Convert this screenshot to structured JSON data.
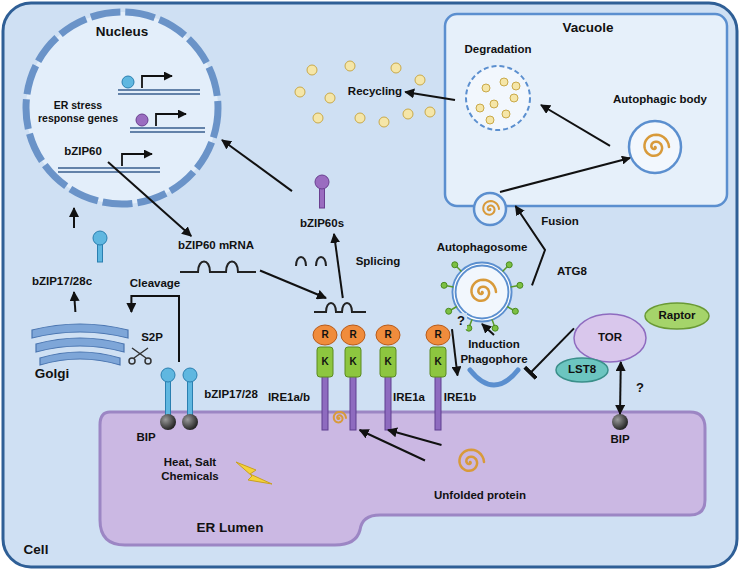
{
  "diagram": {
    "nodes": [
      {
        "text": [
          "Cell"
        ]
      },
      {
        "text": [
          "Nucleus"
        ],
        "in": 0
      },
      {
        "text": [
          "bZIP60"
        ],
        "in": 1
      },
      {
        "text": [
          "Vacuole"
        ],
        "in": 0
      },
      {
        "text": [
          "Degradation"
        ],
        "in": 3
      },
      {
        "text": [
          "Autophagic body"
        ],
        "in": 3
      },
      {
        "text": [
          "Recycling"
        ],
        "in": 0
      },
      {
        "text": [
          "Autophagosome",
          "ATG8"
        ],
        "in": 0
      },
      {
        "text": [
          "Induction",
          "Phagophore"
        ],
        "in": 0
      },
      {
        "text": [
          "TOR"
        ],
        "in": 0
      },
      {
        "text": [
          "Raptor"
        ],
        "in": 0
      },
      {
        "text": [
          "LST8"
        ],
        "in": 0
      },
      {
        "text": [
          "bZIP60 mRNA"
        ],
        "in": 0
      },
      {
        "text": [
          "bZIP60s"
        ],
        "in": 0
      },
      {
        "text": [
          "Golgi"
        ],
        "in": 0
      },
      {
        "text": [
          "bZIP17/28c"
        ],
        "in": 0
      },
      {
        "text": [
          "ER Lumen"
        ],
        "in": 0
      },
      {
        "text": [
          "IRE1a/b"
        ],
        "in": 0
      },
      {
        "text": [
          "IRE1a"
        ],
        "in": 0
      },
      {
        "text": [
          "IRE1b"
        ],
        "in": 0
      },
      {
        "text": [
          "Unfolded protein"
        ],
        "in": 16
      },
      {
        "text": [
          "BIP"
        ],
        "in": 0
      },
      {
        "text": [
          "bZIP17/28"
        ],
        "in": 0
      }
    ],
    "edges": [
      {
        "from": 22,
        "to": 14,
        "arrow": "to",
        "label": "Cleavage"
      },
      {
        "from": 14,
        "to": 15,
        "arrow": "to"
      },
      {
        "from": 15,
        "to": 1,
        "arrow": "to"
      },
      {
        "from": 2,
        "to": 12,
        "arrow": "to"
      },
      {
        "from": 12,
        "to": 17,
        "arrow": "to"
      },
      {
        "from": 17,
        "to": 13,
        "arrow": "to",
        "label": "Splicing"
      },
      {
        "from": 13,
        "to": 1,
        "arrow": "to"
      },
      {
        "from": 20,
        "to": 17,
        "arrow": "to"
      },
      {
        "from": 20,
        "to": 18,
        "arrow": "to"
      },
      {
        "from": 19,
        "to": 8,
        "arrow": "to",
        "label": "?"
      },
      {
        "from": 8,
        "to": 7,
        "arrow": "to"
      },
      {
        "from": 7,
        "to": 3,
        "arrow": "to"
      },
      {
        "from": 5,
        "to": 4,
        "arrow": "to"
      },
      {
        "from": 4,
        "to": 6,
        "arrow": "to"
      },
      {
        "from": 9,
        "to": 8,
        "arrow": "to"
      },
      {
        "from": 9,
        "to": 21,
        "arrow": "both",
        "label": "?"
      }
    ],
    "labels": [
      "ER stress response genes",
      "Fusion",
      "S2P",
      "BIP",
      "R",
      "K",
      "R",
      "K",
      "R",
      "K",
      "R",
      "K",
      "Heat, Salt Chemicals"
    ]
  }
}
